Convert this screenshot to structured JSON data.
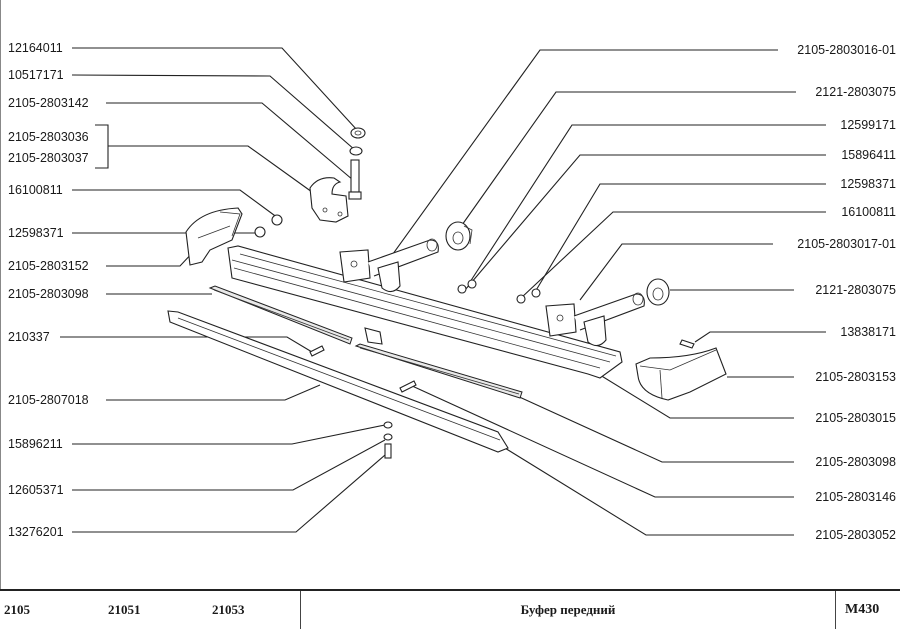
{
  "diagram": {
    "title": "Буфер передний",
    "sheet_code": "M430",
    "models": [
      "2105",
      "21051",
      "21053"
    ],
    "left_labels": [
      {
        "id": "l1",
        "text": "12164011"
      },
      {
        "id": "l2",
        "text": "10517171"
      },
      {
        "id": "l3",
        "text": "2105-2803142"
      },
      {
        "id": "l4a",
        "text": "2105-2803036"
      },
      {
        "id": "l4b",
        "text": "2105-2803037"
      },
      {
        "id": "l5",
        "text": "16100811"
      },
      {
        "id": "l6",
        "text": "12598371"
      },
      {
        "id": "l7",
        "text": "2105-2803152"
      },
      {
        "id": "l8",
        "text": "2105-2803098"
      },
      {
        "id": "l9",
        "text": "210337"
      },
      {
        "id": "l10",
        "text": "2105-2807018"
      },
      {
        "id": "l11",
        "text": "15896211"
      },
      {
        "id": "l12",
        "text": "12605371"
      },
      {
        "id": "l13",
        "text": "13276201"
      }
    ],
    "right_labels": [
      {
        "id": "r1",
        "text": "2105-2803016-01"
      },
      {
        "id": "r2",
        "text": "2121-2803075"
      },
      {
        "id": "r3",
        "text": "12599171"
      },
      {
        "id": "r4",
        "text": "15896411"
      },
      {
        "id": "r5",
        "text": "12598371"
      },
      {
        "id": "r6",
        "text": "16100811"
      },
      {
        "id": "r7",
        "text": "2105-2803017-01"
      },
      {
        "id": "r8",
        "text": "2121-2803075"
      },
      {
        "id": "r9",
        "text": "13838171"
      },
      {
        "id": "r10",
        "text": "2105-2803153"
      },
      {
        "id": "r11",
        "text": "2105-2803015"
      },
      {
        "id": "r12",
        "text": "2105-2803098"
      },
      {
        "id": "r13",
        "text": "2105-2803146"
      },
      {
        "id": "r14",
        "text": "2105-2803052"
      }
    ]
  }
}
